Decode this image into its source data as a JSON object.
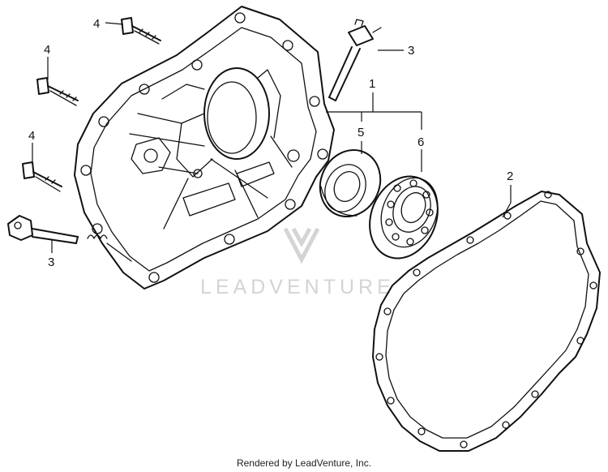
{
  "callouts": {
    "c1": "1",
    "c2": "2",
    "c3_top": "3",
    "c3_bottom": "3",
    "c4_top": "4",
    "c4_upper": "4",
    "c4_middle": "4",
    "c5": "5",
    "c6": "6"
  },
  "watermark": {
    "text": "LEADVENTURE"
  },
  "footer": {
    "credit": "Rendered by LeadVenture, Inc."
  },
  "colors": {
    "ink": "#111111",
    "watermark": "#d4d4d4",
    "background": "#ffffff"
  }
}
